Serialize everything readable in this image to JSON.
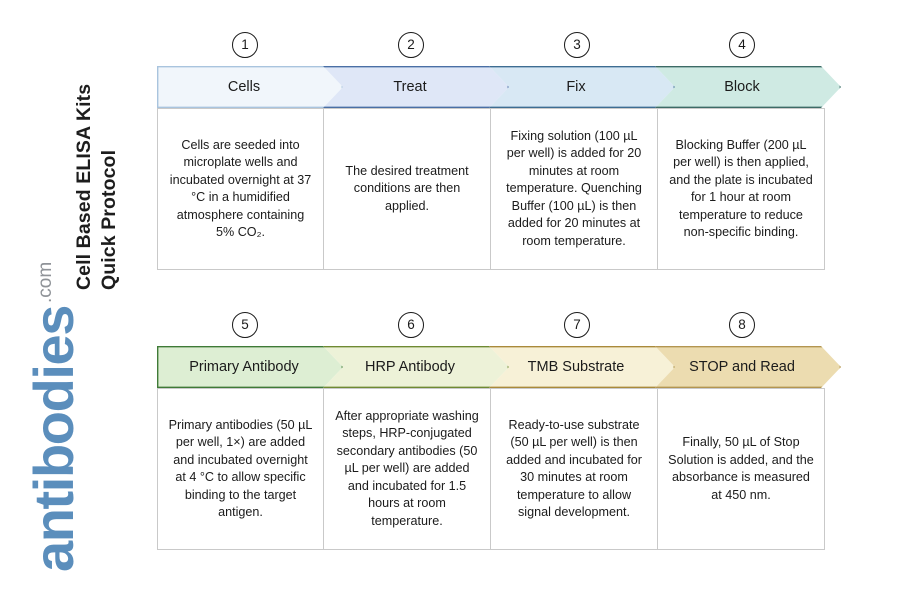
{
  "document": {
    "title_line1": "Cell Based ELISA Kits",
    "title_line2": "Quick Protocol"
  },
  "brand": {
    "name": "antibodies",
    "tld": ".com",
    "color": "#5b8ebc",
    "tld_color": "#8f9398"
  },
  "rows": [
    {
      "id": "row-1",
      "steps": [
        {
          "number": "1",
          "label": "Cells",
          "body": "Cells are seeded into microplate wells and incubated overnight at 37 °C in a humidified atmosphere containing 5% CO₂.",
          "fill": "#f1f6fb",
          "stroke": "#a9c4de"
        },
        {
          "number": "2",
          "label": "Treat",
          "body": "The desired treatment conditions are then applied.",
          "fill": "#dfe7f7",
          "stroke": "#4a6fa5"
        },
        {
          "number": "3",
          "label": "Fix",
          "body": "Fixing solution (100 µL per well) is added for 20 minutes at room temperature. Quenching Buffer (100 µL) is then added for 20 minutes at room temperature.",
          "fill": "#d8e8f4",
          "stroke": "#3e6d92"
        },
        {
          "number": "4",
          "label": "Block",
          "body": "Blocking Buffer (200 µL per well) is then applied, and the plate is incubated for 1 hour at room temperature to reduce non-specific binding.",
          "fill": "#cfeae3",
          "stroke": "#3d6b66"
        }
      ]
    },
    {
      "id": "row-2",
      "steps": [
        {
          "number": "5",
          "label": "Primary Antibody",
          "body": "Primary antibodies (50 µL per well, 1×) are added and incubated overnight at 4 °C to allow specific binding to the target antigen.",
          "fill": "#ddeed3",
          "stroke": "#3f7a37"
        },
        {
          "number": "6",
          "label": "HRP Antibody",
          "body": "After appropriate washing steps, HRP-conjugated secondary antibodies (50 µL per well) are added and incubated for 1.5 hours at room temperature.",
          "fill": "#edf2d8",
          "stroke": "#6f8a33"
        },
        {
          "number": "7",
          "label": "TMB Substrate",
          "body": "Ready-to-use substrate (50 µL per well) is then added and incubated for 30 minutes at room temperature to allow signal development.",
          "fill": "#f7f1d7",
          "stroke": "#a98a3b"
        },
        {
          "number": "8",
          "label": "STOP and Read",
          "body": "Finally, 50 µL of Stop Solution is added, and the absorbance is measured at 450 nm.",
          "fill": "#ecdcb0",
          "stroke": "#b39551"
        }
      ]
    }
  ]
}
